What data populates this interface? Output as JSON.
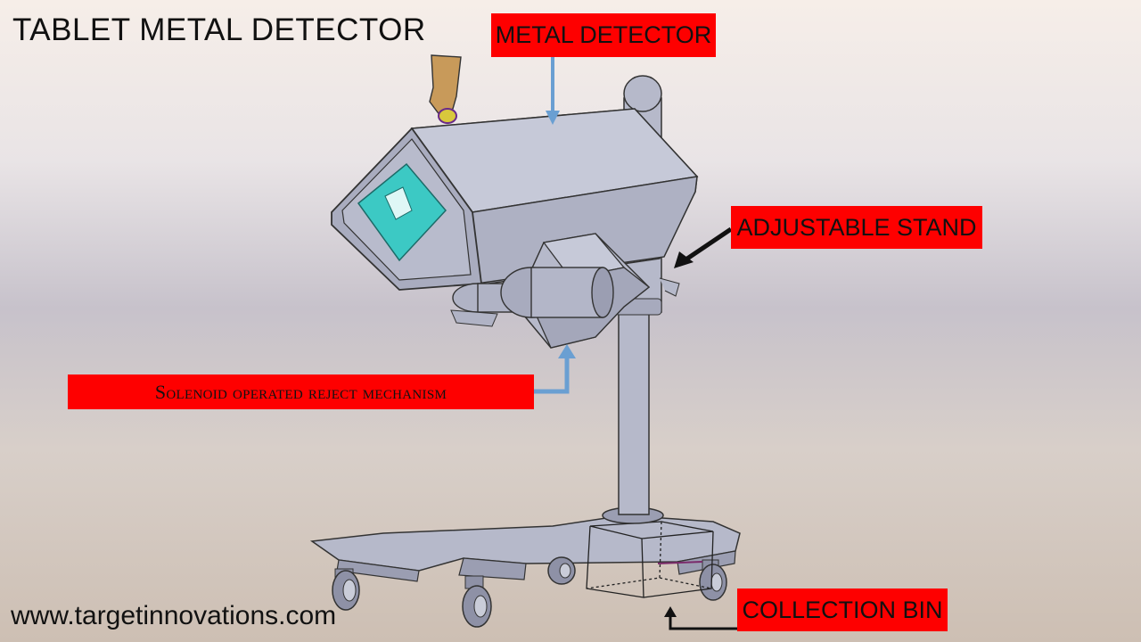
{
  "title": "TABLET METAL DETECTOR",
  "footer": {
    "url": "www.targetinnovations.com"
  },
  "labels": {
    "metal_detector": "METAL DETECTOR",
    "adjustable_stand": "ADJUSTABLE STAND",
    "solenoid": "Solenoid operated reject mechanism",
    "collection_bin": "COLLECTION BIN"
  },
  "colors": {
    "label_bg": "#fe0000",
    "body": "#b9bccd",
    "body_dark": "#9b9eb2",
    "screen": "#3cc9c4",
    "arrow_blue": "#6a9fd2",
    "arrow_dark": "#111111"
  }
}
